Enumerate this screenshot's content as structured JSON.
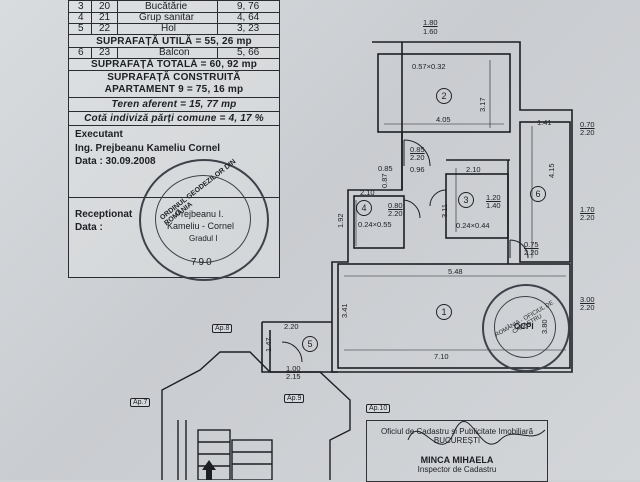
{
  "legend": {
    "rows": [
      {
        "no": "3",
        "id": "20",
        "name": "Bucătărie",
        "area": "9, 76"
      },
      {
        "no": "4",
        "id": "21",
        "name": "Grup sanitar",
        "area": "4, 64"
      },
      {
        "no": "5",
        "id": "22",
        "name": "Hol",
        "area": "3, 23"
      }
    ],
    "util": "SUPRAFAȚĂ UTILĂ = 55, 26 mp",
    "balcony": {
      "no": "6",
      "id": "23",
      "name": "Balcon",
      "area": "5, 66"
    },
    "total": "SUPRAFAȚĂ TOTALĂ = 60, 92 mp",
    "built_line1": "SUPRAFAȚĂ CONSTRUITĂ",
    "built_line2": "APARTAMENT 9 = 75, 16 mp",
    "land": "Teren aferent = 15, 77 mp",
    "cota": "Cotă indiviză părți comune = 4, 17 %",
    "executant_label": "Executant",
    "executant_name": "Ing. Prejbeanu Kameliu Cornel",
    "date": "Data : 30.09.2008",
    "receptionat": "Receptionat",
    "data_label": "Data :"
  },
  "stamp": {
    "ring_text": "ORDINUL GEODEZILOR DIN ROMÂNIA",
    "name1": "Prejbeanu I.",
    "name2": "Kameliu - Cornel",
    "grade": "Gradul I",
    "number": "790"
  },
  "rooms": [
    "1",
    "2",
    "3",
    "4",
    "5",
    "6"
  ],
  "dims": {
    "top_r1": "1.80",
    "top_r2": "1.60",
    "win": "0.57×0.32",
    "w405": "4.05",
    "h317": "3.17",
    "d085a": "0.85",
    "d220a": "2.20",
    "d141": "1.41",
    "d070": "0.70",
    "d220b": "2.20",
    "d085b": "0.85",
    "d087": "0.87",
    "d096": "0.96",
    "d210a": "2.10",
    "d210b": "2.10",
    "d311": "3.11",
    "d120": "1.20",
    "d140": "1.40",
    "w_kitchen": "0.24×0.44",
    "d415": "4.15",
    "d170": "1.70",
    "d220c": "2.20",
    "d192": "1.92",
    "d080": "0.80",
    "d220d": "2.20",
    "w_bath": "0.24×0.55",
    "d075": "0.75",
    "d220e": "2.20",
    "d548": "5.48",
    "d341": "3.41",
    "d300": "3.00",
    "d220f": "2.20",
    "d220g": "2.20",
    "d147": "1.47",
    "d100": "1.00",
    "d215": "2.15",
    "d710": "7.10",
    "d380": "3.80"
  },
  "apartments": [
    "Ap.8",
    "Ap.7",
    "Ap.9",
    "Ap.10"
  ],
  "cadastru": {
    "line1": "Oficiul de Cadastru și Publicitate Imobiliară",
    "line2": "BUCUREȘTI",
    "line3": "MINCA MIHAELA",
    "line4": "Inspector de Cadastru"
  },
  "ocpi_stamp": {
    "ring": "ROMÂNIA · OFICIUL DE CADASTRU",
    "label": "OCPI"
  },
  "colors": {
    "ink": "#1d1f24",
    "paper": "#cfd2d5"
  }
}
